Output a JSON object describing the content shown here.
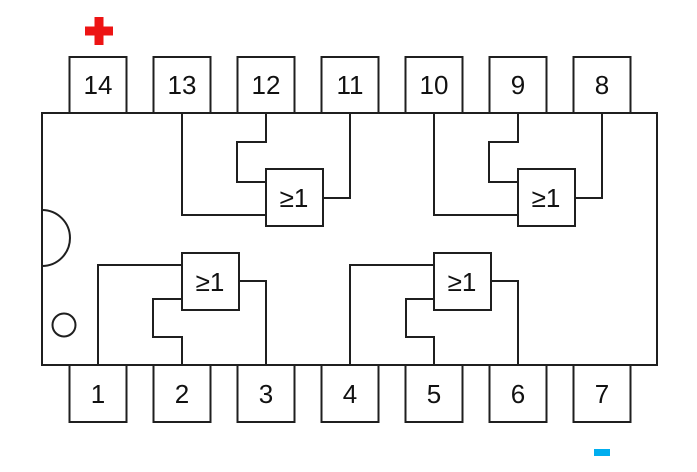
{
  "ic": {
    "pins_top": [
      "14",
      "13",
      "12",
      "11",
      "10",
      "9",
      "8"
    ],
    "pins_bottom": [
      "1",
      "2",
      "3",
      "4",
      "5",
      "6",
      "7"
    ],
    "gates": [
      {
        "label": "≥1"
      },
      {
        "label": "≥1"
      },
      {
        "label": "≥1"
      },
      {
        "label": "≥1"
      }
    ]
  },
  "power": {
    "positive_symbol": "+",
    "negative_symbol": "-",
    "positive_color": "#ED1414",
    "negative_color": "#00AEEF"
  },
  "colors": {
    "line": "#1f1f1f",
    "background": "#ffffff"
  }
}
